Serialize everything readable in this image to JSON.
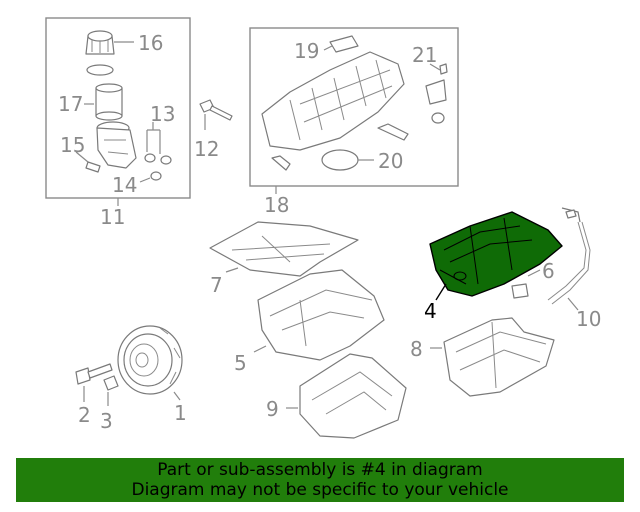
{
  "banner": {
    "line1": "Part or sub-assembly is #4 in diagram",
    "line2": "Diagram may not be specific to your vehicle",
    "color": "#217e0b"
  },
  "highlight_color": "#0f6b06",
  "callouts": {
    "c1": "1",
    "c2": "2",
    "c3": "3",
    "c4": "4",
    "c5": "5",
    "c6": "6",
    "c7": "7",
    "c8": "8",
    "c9": "9",
    "c10": "10",
    "c11": "11",
    "c12": "12",
    "c13": "13",
    "c14": "14",
    "c15": "15",
    "c16": "16",
    "c17": "17",
    "c18": "18",
    "c19": "19",
    "c20": "20",
    "c21": "21"
  },
  "highlighted_part": "4"
}
